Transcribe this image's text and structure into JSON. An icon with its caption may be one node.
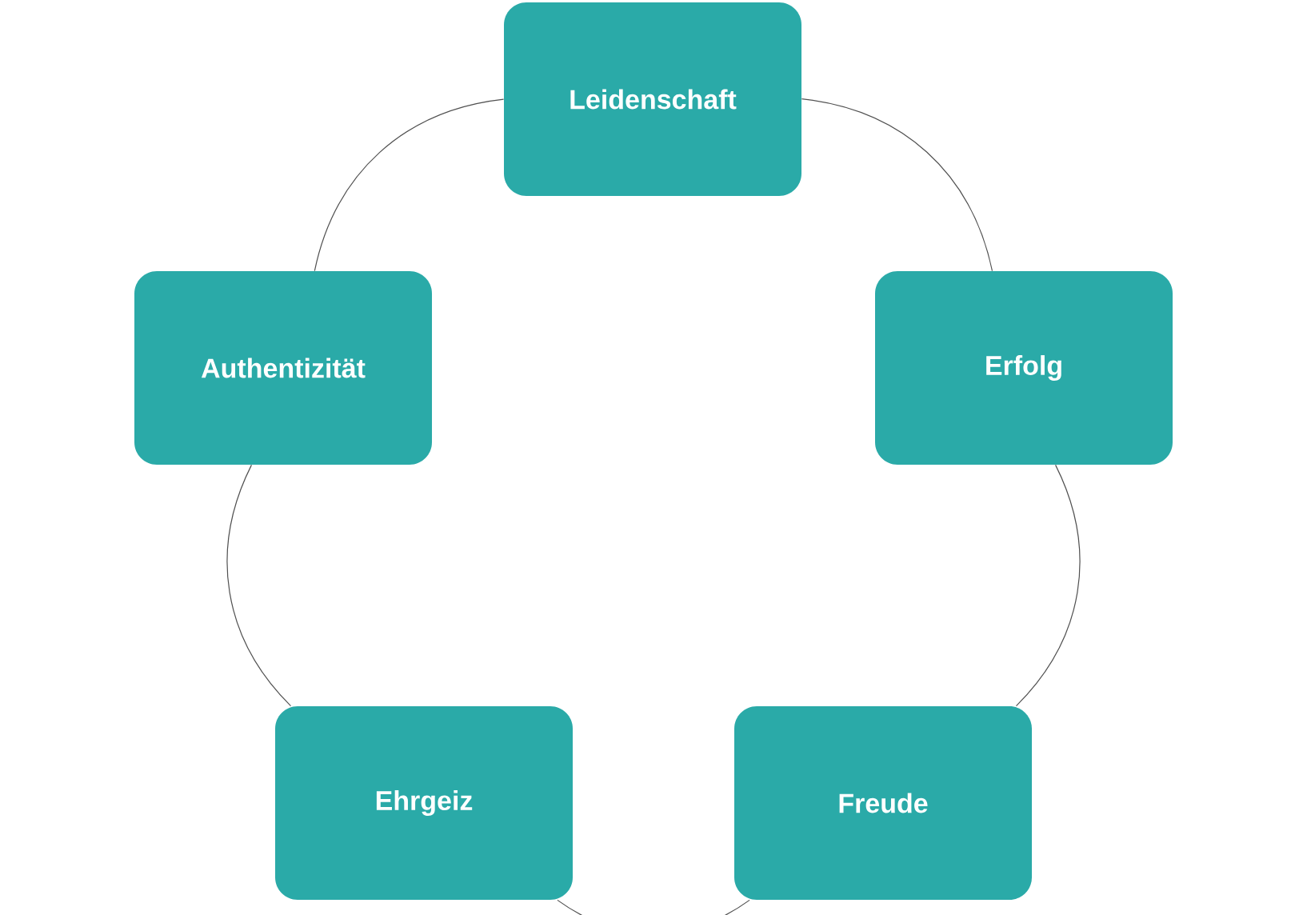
{
  "diagram": {
    "nodes": [
      {
        "text": [
          "Leidenschaft"
        ]
      },
      {
        "text": [
          "Erfolg"
        ]
      },
      {
        "text": [
          "Freude"
        ]
      },
      {
        "text": [
          "Ehrgeiz"
        ]
      },
      {
        "text": [
          "Authentizität"
        ]
      }
    ],
    "edges": [
      {
        "from": 0,
        "to": 1,
        "arrow": "none"
      },
      {
        "from": 1,
        "to": 2,
        "arrow": "none"
      },
      {
        "from": 2,
        "to": 3,
        "arrow": "none"
      },
      {
        "from": 3,
        "to": 4,
        "arrow": "none"
      },
      {
        "from": 4,
        "to": 0,
        "arrow": "none"
      }
    ]
  }
}
